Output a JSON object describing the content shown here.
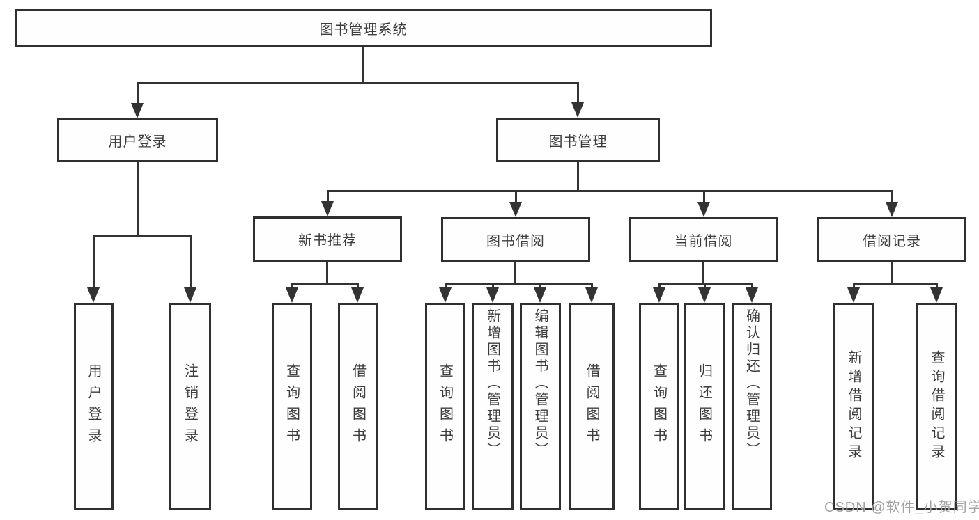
{
  "diagram": {
    "title": "图书管理系统",
    "level2": {
      "user_login": "用户登录",
      "book_mgmt": "图书管理"
    },
    "level3": {
      "new_rec": "新书推荐",
      "borrow": "图书借阅",
      "current": "当前借阅",
      "records": "借阅记录"
    },
    "leaves": {
      "user_login": "用户登录",
      "logout": "注销登录",
      "rec_query": "查询图书",
      "rec_borrow": "借阅图书",
      "bor_query": "查询图书",
      "bor_add": "新增图书（管理员）",
      "bor_edit": "编辑图书（管理员）",
      "bor_borrow": "借阅图书",
      "cur_query": "查询图书",
      "cur_return": "归还图书",
      "cur_confirm": "确认归还（管理员）",
      "recd_add": "新增借阅记录",
      "recd_query": "查询借阅记录"
    },
    "watermark": "CSDN @软件_小贺同学",
    "colors": {
      "border": "#2f2f2f",
      "line": "#333333",
      "text": "#3c3c3c",
      "watermark": "#a3a3a3",
      "background": "#ffffff"
    }
  }
}
